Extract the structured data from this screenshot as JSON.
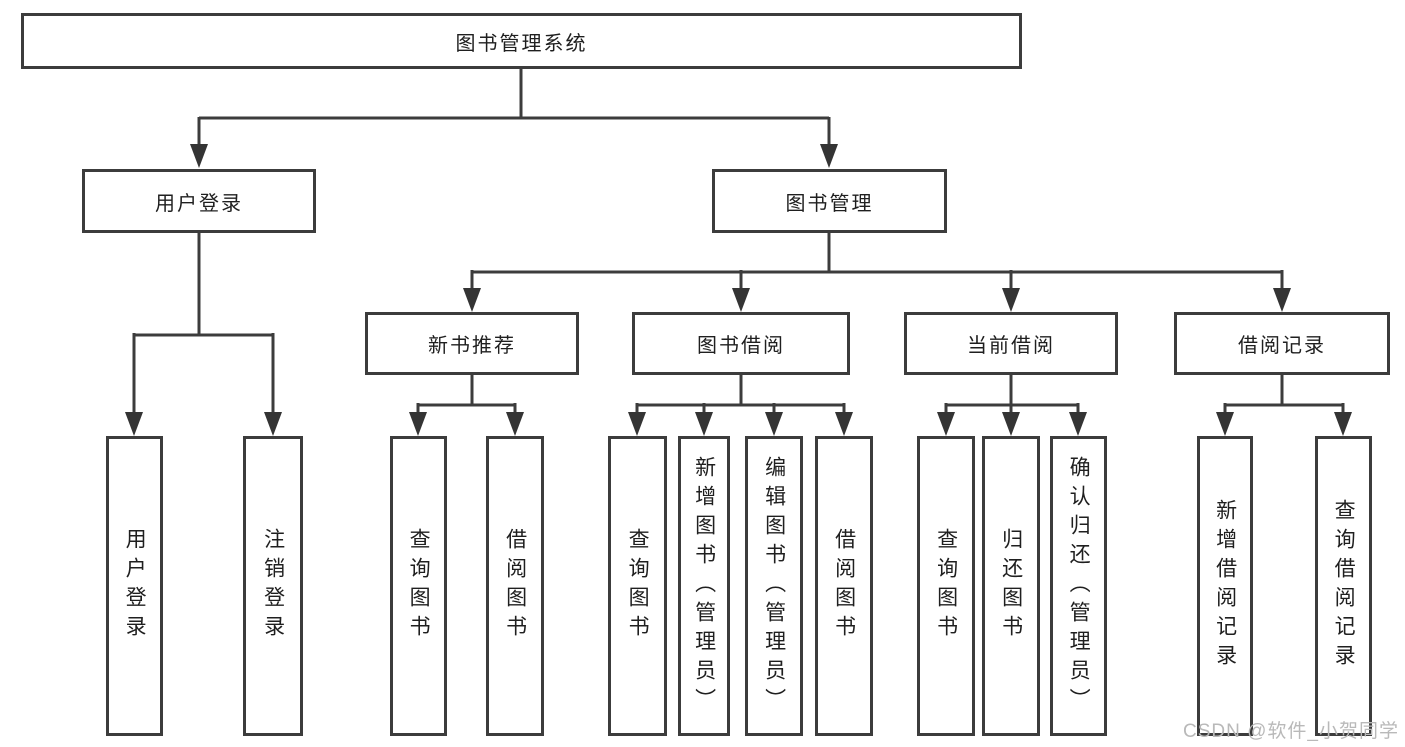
{
  "nodes": {
    "root": "图书管理系统",
    "user_login": "用户登录",
    "book_management": "图书管理",
    "new_book_recommend": "新书推荐",
    "book_borrowing": "图书借阅",
    "current_borrowing": "当前借阅",
    "borrowing_records": "借阅记录",
    "leaf_user_login": "用户登录",
    "leaf_logout": "注销登录",
    "leaf_rec_query_books": "查询图书",
    "leaf_rec_borrow_books": "借阅图书",
    "leaf_bb_query_books": "查询图书",
    "leaf_bb_add_books_admin": "新增图书（管理员）",
    "leaf_bb_edit_books_admin": "编辑图书（管理员）",
    "leaf_bb_borrow_books": "借阅图书",
    "leaf_cb_query_books": "查询图书",
    "leaf_cb_return_books": "归还图书",
    "leaf_cb_confirm_return_admin": "确认归还（管理员）",
    "leaf_br_add_record": "新增借阅记录",
    "leaf_br_query_record": "查询借阅记录"
  },
  "watermark": "CSDN @软件_小贺同学",
  "colors": {
    "line": "#3c3c3c",
    "text": "#1f1f1f",
    "box_background": "#ffffff",
    "watermark": "#b9b9b9"
  }
}
